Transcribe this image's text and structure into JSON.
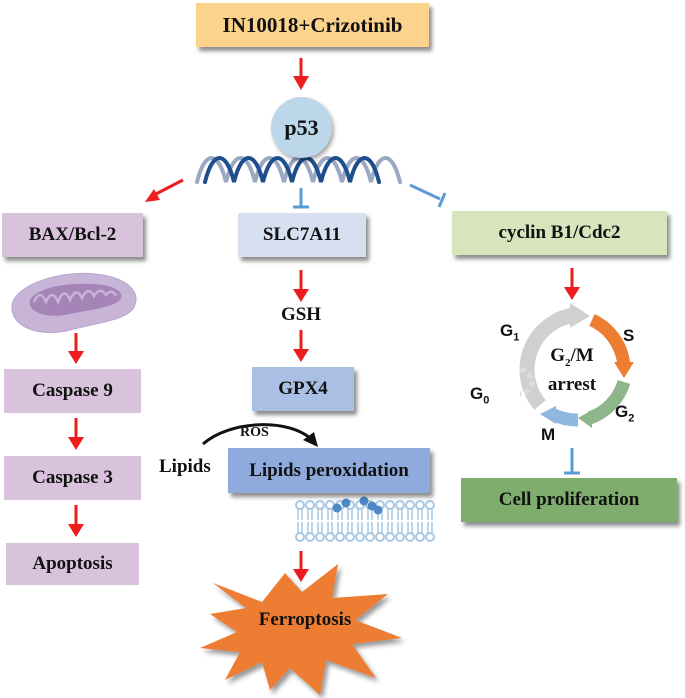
{
  "title": "IN10018+Crizotinib",
  "p53": "p53",
  "apoptosis_branch": {
    "bax": "BAX/Bcl-2",
    "caspase9": "Caspase 9",
    "caspase3": "Caspase 3",
    "apoptosis": "Apoptosis"
  },
  "ferroptosis_branch": {
    "slc7a11": "SLC7A11",
    "gsh": "GSH",
    "gpx4": "GPX4",
    "ros": "ROS",
    "lipids": "Lipids",
    "lipid_peroxidation": "Lipids peroxidation",
    "ferroptosis": "Ferroptosis"
  },
  "cell_cycle_branch": {
    "cyclin": "cyclin B1/Cdc2",
    "arrest_line1": "G2/M",
    "arrest_line2": "arrest",
    "phases": {
      "g1": "G1",
      "s": "S",
      "g2": "G2",
      "m": "M",
      "g0": "G0"
    },
    "proliferation": "Cell proliferation"
  },
  "colors": {
    "activation_arrow": "#ee1c1c",
    "inhibition": "#5b9bd5",
    "title_box": "#fcd38c",
    "p53_circle": "#bdd7ea",
    "apoptosis_boxes": "#d9c3dc",
    "slc7a11_box": "#d6e0f0",
    "gpx4_box": "#a9c0e4",
    "peroxidation_box": "#8faadc",
    "cyclin_box": "#d8e4bc",
    "proliferation_box": "#7fad6e",
    "ferroptosis_star": "#ed7d31",
    "phase_s": "#ed7d31",
    "phase_g2": "#8fb58a",
    "phase_m": "#8fb8e0",
    "phase_g1": "#d0d0d0"
  }
}
